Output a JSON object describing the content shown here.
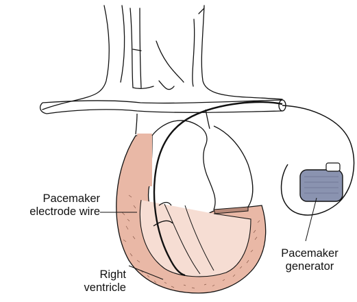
{
  "colors": {
    "tissue": "#e9b8a6",
    "outline": "#111111",
    "generator_fill": "#8a93b0",
    "background": "#ffffff"
  },
  "labels": {
    "wire": [
      "Pacemaker",
      "electrode wire"
    ],
    "ventricle": [
      "Right",
      "ventricle"
    ],
    "generator": [
      "Pacemaker",
      "generator"
    ]
  }
}
